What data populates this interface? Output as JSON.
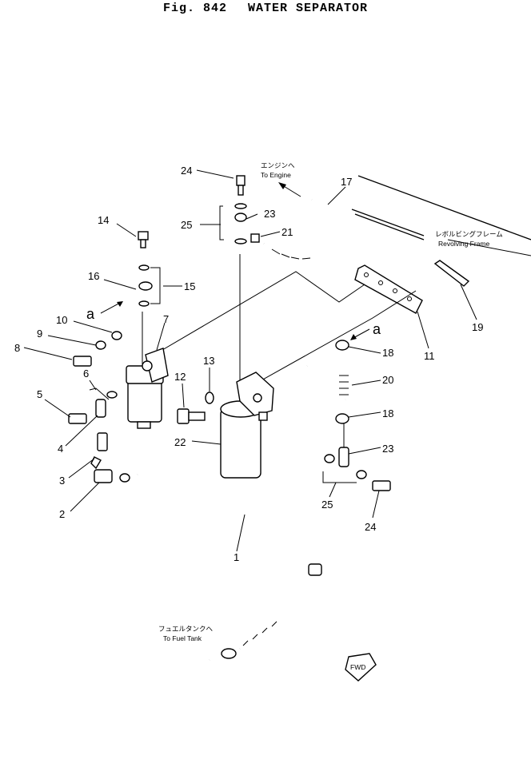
{
  "title": {
    "fig": "Fig. 842",
    "name": "WATER SEPARATOR"
  },
  "notes": {
    "engine_jp": "エンジンへ",
    "engine_en": "To Engine",
    "frame_jp": "レボルビングフレーム",
    "frame_en": "Revolving Frame",
    "tank_jp": "フュエルタンクへ",
    "tank_en": "To Fuel Tank",
    "fwd": "FWD",
    "ref_a": "a"
  },
  "callouts": [
    "24",
    "23",
    "25",
    "21",
    "17",
    "14",
    "16",
    "15",
    "10",
    "9",
    "8",
    "7",
    "6",
    "5",
    "4",
    "3",
    "2",
    "1",
    "12",
    "13",
    "22",
    "11",
    "19",
    "18",
    "20",
    "23",
    "25",
    "24",
    "18"
  ]
}
